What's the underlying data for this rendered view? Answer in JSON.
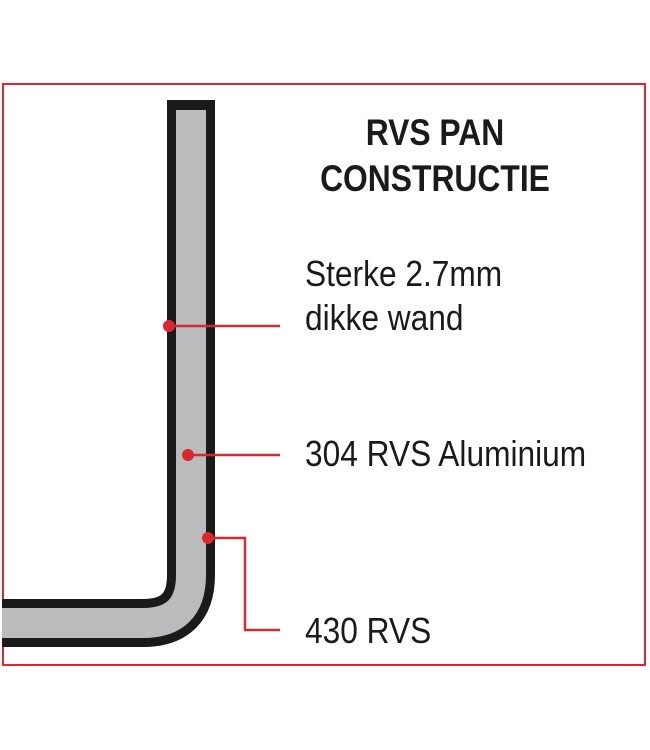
{
  "title": {
    "line1": "RVS PAN",
    "line2": "CONSTRUCTIE"
  },
  "labels": [
    {
      "line1": "Sterke 2.7mm",
      "line2": "dikke wand"
    },
    {
      "line1": "304 RVS Aluminium"
    },
    {
      "line1": "430 RVS"
    }
  ],
  "colors": {
    "accent": "#d9282f",
    "wall_outer": "#1a1a1a",
    "wall_core": "#b9bbbd",
    "text": "#1a1a1a"
  }
}
